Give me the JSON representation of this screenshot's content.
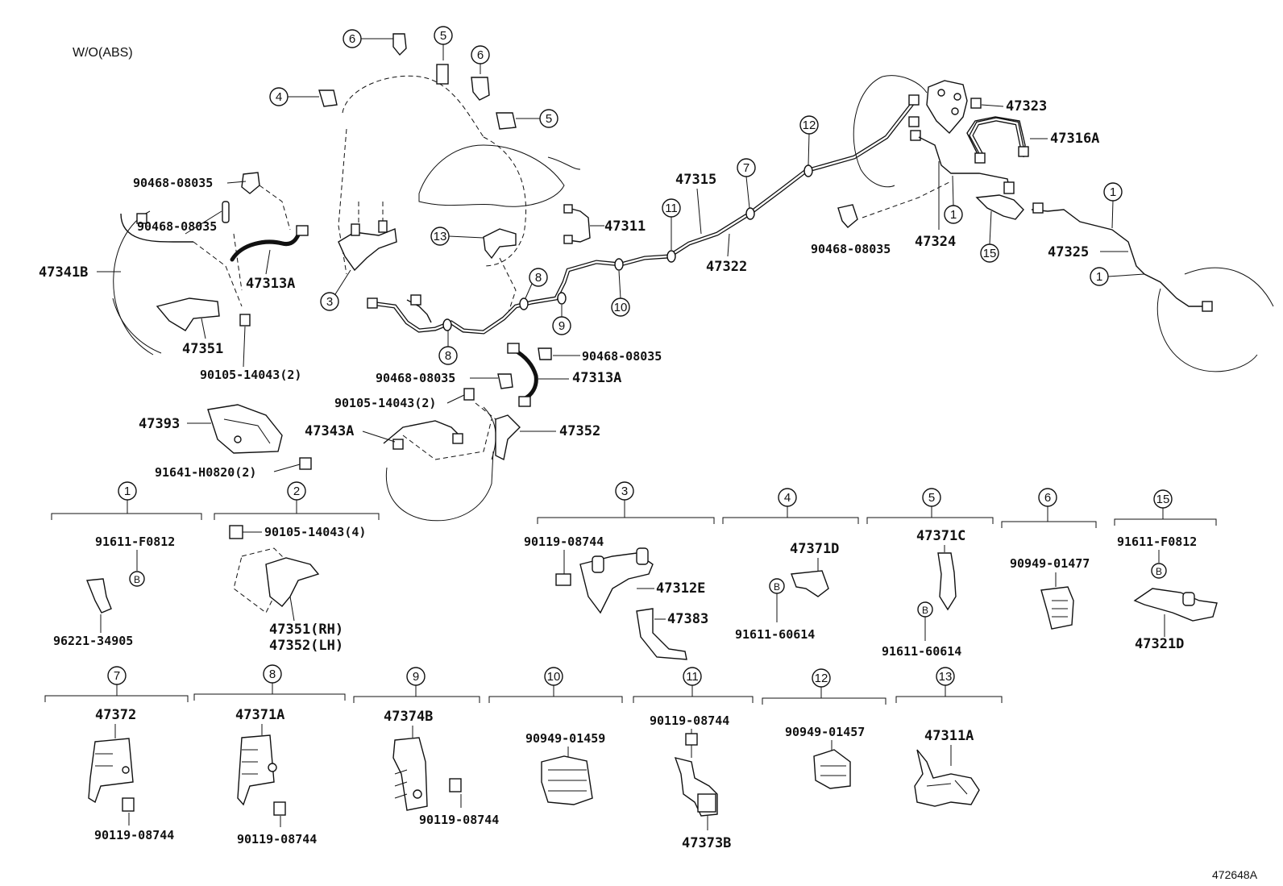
{
  "header": {
    "note": "W/O(ABS)"
  },
  "footer": {
    "diagram_id": "472648A"
  },
  "labels": {
    "l_47341b": "47341B",
    "l_47313a_top": "47313A",
    "l_47351": "47351",
    "l_90468_a": "90468-08035",
    "l_90468_b": "90468-08035",
    "l_90105_a": "90105-14043(2)",
    "l_47311": "47311",
    "l_47315": "47315",
    "l_47322": "47322",
    "l_47323": "47323",
    "l_47316a": "47316A",
    "l_47324": "47324",
    "l_90468_c": "90468-08035",
    "l_47325": "47325",
    "l_90468_d": "90468-08035",
    "l_90468_e": "90468-08035",
    "l_47313a_bot": "47313A",
    "l_90105_b": "90105-14043(2)",
    "l_47393": "47393",
    "l_47343a": "47343A",
    "l_47352": "47352",
    "l_91641": "91641-H0820(2)"
  },
  "callouts": [
    "1",
    "2",
    "3",
    "4",
    "5",
    "6",
    "7",
    "8",
    "9",
    "10",
    "11",
    "12",
    "13",
    "15"
  ],
  "bolt_mark": "B",
  "details": {
    "d1": {
      "num": "1",
      "p1": "91611-F0812",
      "p2": "96221-34905"
    },
    "d2": {
      "num": "2",
      "p1": "90105-14043(4)",
      "p2": "47351(RH)",
      "p3": "47352(LH)"
    },
    "d3": {
      "num": "3",
      "p1": "90119-08744",
      "p2": "47312E",
      "p3": "47383"
    },
    "d4": {
      "num": "4",
      "p1": "47371D",
      "p2": "91611-60614"
    },
    "d5": {
      "num": "5",
      "p1": "47371C",
      "p2": "91611-60614"
    },
    "d6": {
      "num": "6",
      "p1": "90949-01477"
    },
    "d15": {
      "num": "15",
      "p1": "91611-F0812",
      "p2": "47321D"
    },
    "d7": {
      "num": "7",
      "p1": "47372",
      "p2": "90119-08744"
    },
    "d8": {
      "num": "8",
      "p1": "47371A",
      "p2": "90119-08744"
    },
    "d9": {
      "num": "9",
      "p1": "47374B",
      "p2": "90119-08744"
    },
    "d10": {
      "num": "10",
      "p1": "90949-01459"
    },
    "d11": {
      "num": "11",
      "p1": "90119-08744",
      "p2": "47373B"
    },
    "d12": {
      "num": "12",
      "p1": "90949-01457"
    },
    "d13": {
      "num": "13",
      "p1": "47311A"
    }
  }
}
